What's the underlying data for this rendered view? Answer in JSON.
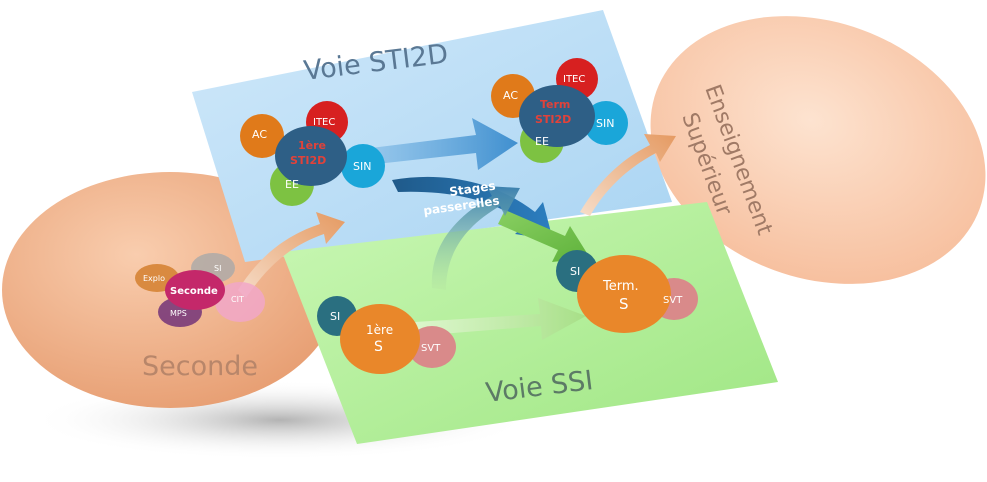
{
  "panels": {
    "sti2d": {
      "title": "Voie STI2D",
      "color": "#bfe0f6"
    },
    "ssi": {
      "title": "Voie SSI",
      "color": "#b8f0a0"
    }
  },
  "circles": {
    "seconde": {
      "title": "Seconde",
      "color": "#f3b58e"
    },
    "superieur": {
      "line1": "Enseignement",
      "line2": "Supérieur",
      "color": "#fbd2b6"
    }
  },
  "seconde_cluster": {
    "center": "Seconde",
    "options": [
      "Explo",
      "SI",
      "CIT",
      "MPS"
    ]
  },
  "sti2d_first": {
    "center_line1": "1ère",
    "center_line2": "STI2D",
    "options": [
      "AC",
      "ITEC",
      "SIN",
      "EE"
    ]
  },
  "sti2d_term": {
    "center_line1": "Term",
    "center_line2": "STI2D",
    "options": [
      "AC",
      "ITEC",
      "SIN",
      "EE"
    ]
  },
  "s_first": {
    "center_line1": "1ère",
    "center_line2": "S",
    "options": [
      "SI",
      "SVT"
    ]
  },
  "s_term": {
    "center_line1": "Term.",
    "center_line2": "S",
    "options": [
      "SI",
      "SVT"
    ]
  },
  "bridge": {
    "line1": "Stages",
    "line2": "passerelles"
  },
  "colors": {
    "ac": "#e07a1a",
    "itec": "#d72020",
    "sin": "#1aa6d9",
    "ee": "#7dc242",
    "core_blue": "#2e5f86",
    "core_orange": "#e9872a",
    "si_teal": "#2a6f80",
    "svt_pink": "#d98a8a"
  }
}
